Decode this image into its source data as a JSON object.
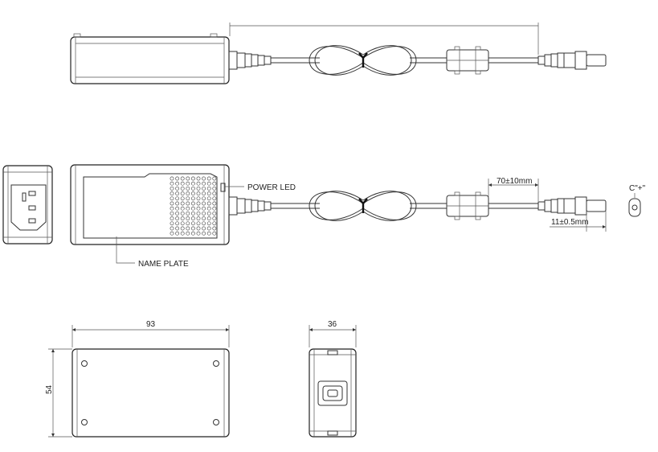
{
  "labels": {
    "power_led": "POWER LED",
    "name_plate": "NAME PLATE",
    "polarity": "C\"+\"",
    "dim_70": "70±10mm",
    "dim_11": "11±0.5mm",
    "dim_93": "93",
    "dim_54": "54",
    "dim_36": "36"
  },
  "colors": {
    "line": "#333333",
    "tie": "#111111"
  }
}
